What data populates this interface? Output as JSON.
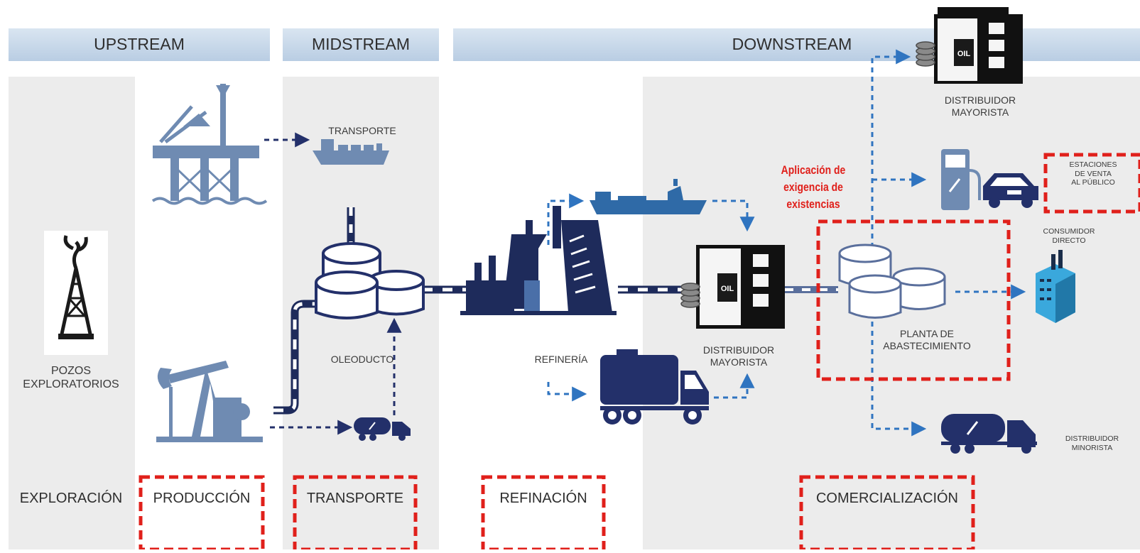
{
  "colors": {
    "header_band": "#c9d9ea",
    "panel": "#ececec",
    "pipe_dark": "#1e2b5b",
    "pipe_light": "#ffffff",
    "navy": "#23306a",
    "steel": "#6f8bb2",
    "ship_blue": "#2f6aa7",
    "flow_blue": "#2f74c0",
    "highlight_red": "#e0201b",
    "building_blue": "#3aa8dc"
  },
  "sections": {
    "upstream": "UPSTREAM",
    "midstream": "MIDSTREAM",
    "downstream": "DOWNSTREAM"
  },
  "labels": {
    "transporte": "TRANSPORTE",
    "pozos": "POZOS\nEXPLORATORIOS",
    "oleoducto": "OLEODUCTO",
    "refineria": "REFINERÍA",
    "distribuidor_mayorista_mid": "DISTRIBUIDOR\nMAYORISTA",
    "distribuidor_mayorista_top": "DISTRIBUIDOR\nMAYORISTA",
    "planta": "PLANTA DE\nABASTECIMIENTO",
    "estaciones": "ESTACIONES\nDE VENTA\nAL PÚBLICO",
    "consumidor": "CONSUMIDOR\nDIRECTO",
    "distribuidor_minorista": "DISTRIBUIDOR\nMINORISTA",
    "oil_mid": "OIL",
    "oil_top": "OIL",
    "annotation": "Aplicación de\nexigencia de\nexistencias"
  },
  "stages": {
    "exploracion": "EXPLORACIÓN",
    "produccion": "PRODUCCIÓN",
    "transporte": "TRANSPORTE",
    "refinacion": "REFINACIÓN",
    "comercializacion": "COMERCIALIZACIÓN"
  },
  "icons": [
    "offshore-platform-icon",
    "cargo-ship-icon",
    "oil-derrick-icon",
    "pumpjack-icon",
    "storage-tanks-icon",
    "tanker-truck-icon",
    "refinery-icon",
    "oil-distributor-building-icon",
    "coin-stack-icon",
    "fuel-station-icon",
    "car-icon",
    "factory-building-icon"
  ]
}
